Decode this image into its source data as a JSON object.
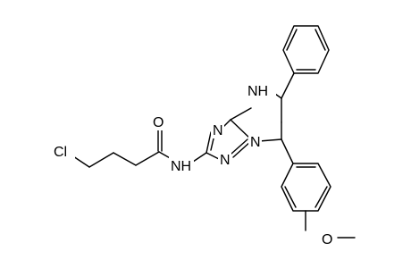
{
  "diagram": {
    "atoms": {
      "cl": "Cl",
      "o_carbonyl": "O",
      "n_amide": "NH",
      "n_ring_1": "N",
      "n_ring_2": "N",
      "n_ring_3": "N",
      "n_ring_h": "NH",
      "o_methoxy": "O"
    }
  }
}
